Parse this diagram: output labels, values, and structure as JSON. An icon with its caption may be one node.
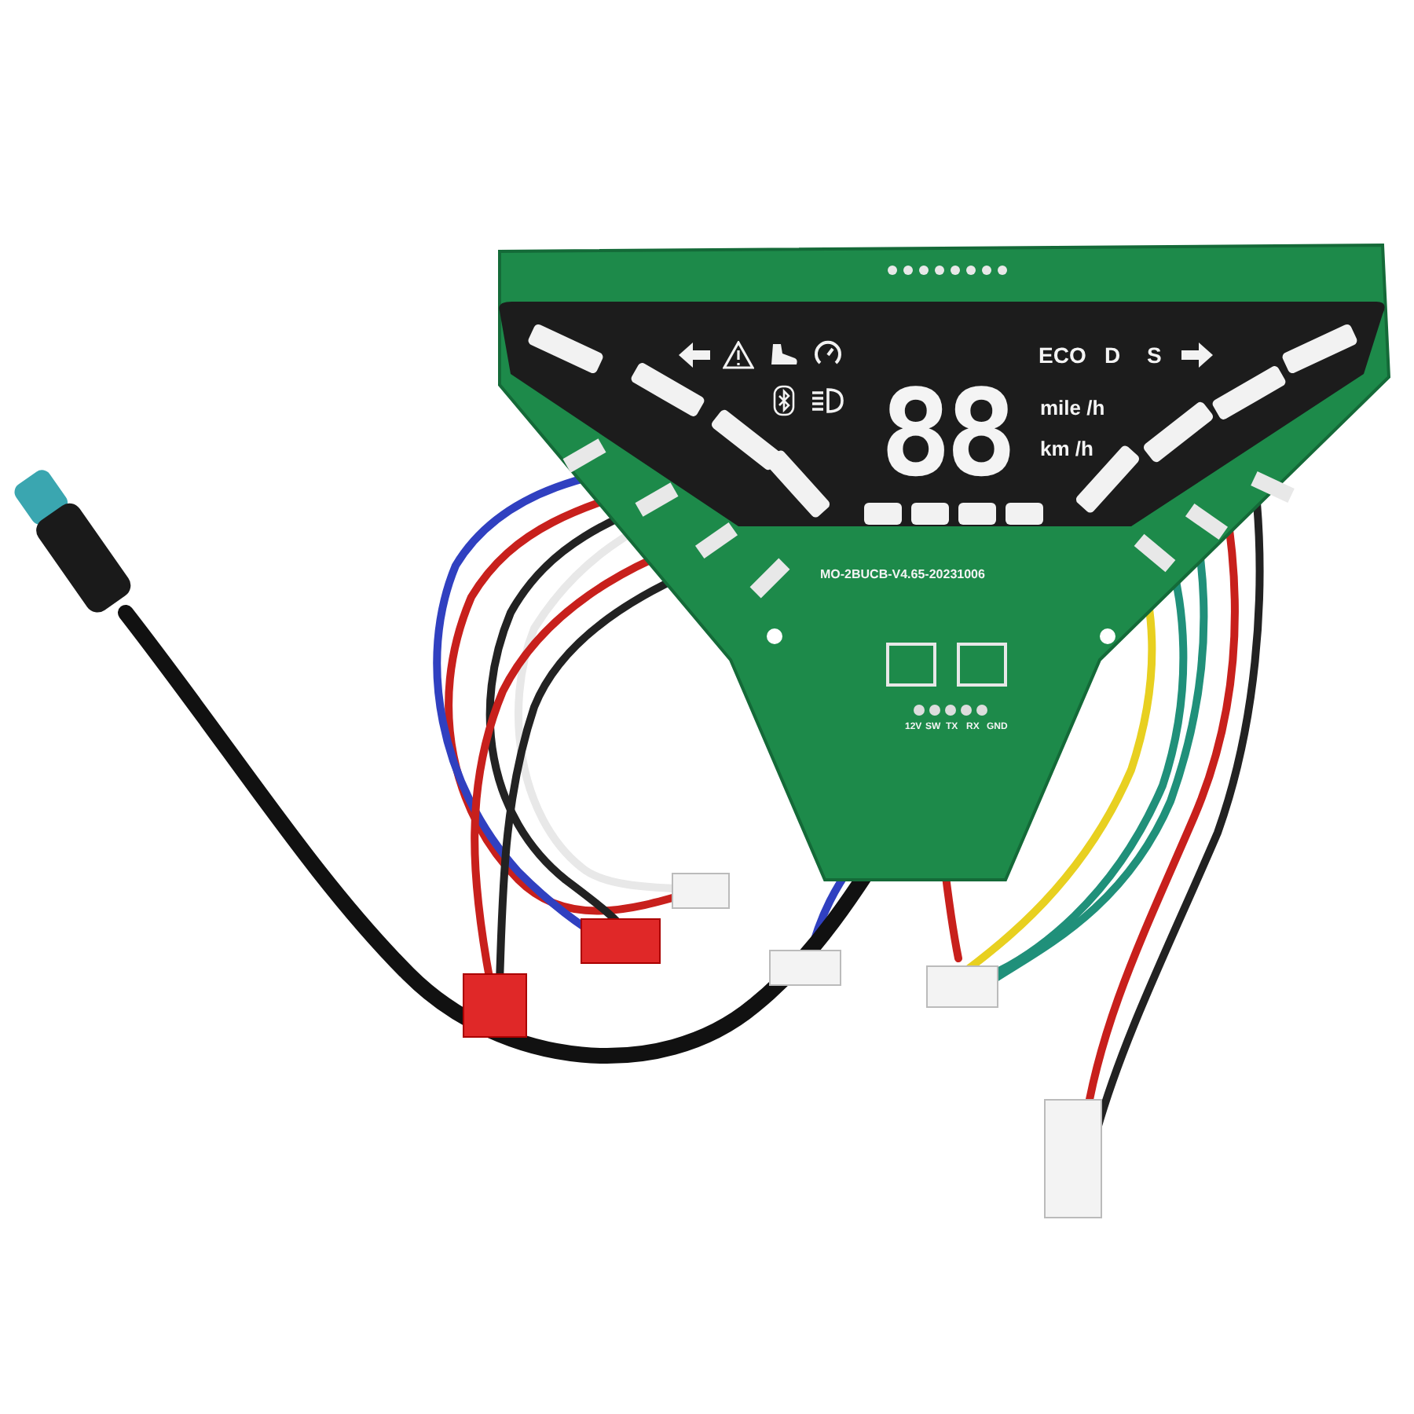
{
  "diagram": {
    "labels": [
      "ECO",
      "D",
      "S",
      "88",
      "mile /h",
      "km /h",
      "MO-2BUCB-V4.65-20231006",
      "12V",
      "SW",
      "TX",
      "RX",
      "GND"
    ]
  }
}
